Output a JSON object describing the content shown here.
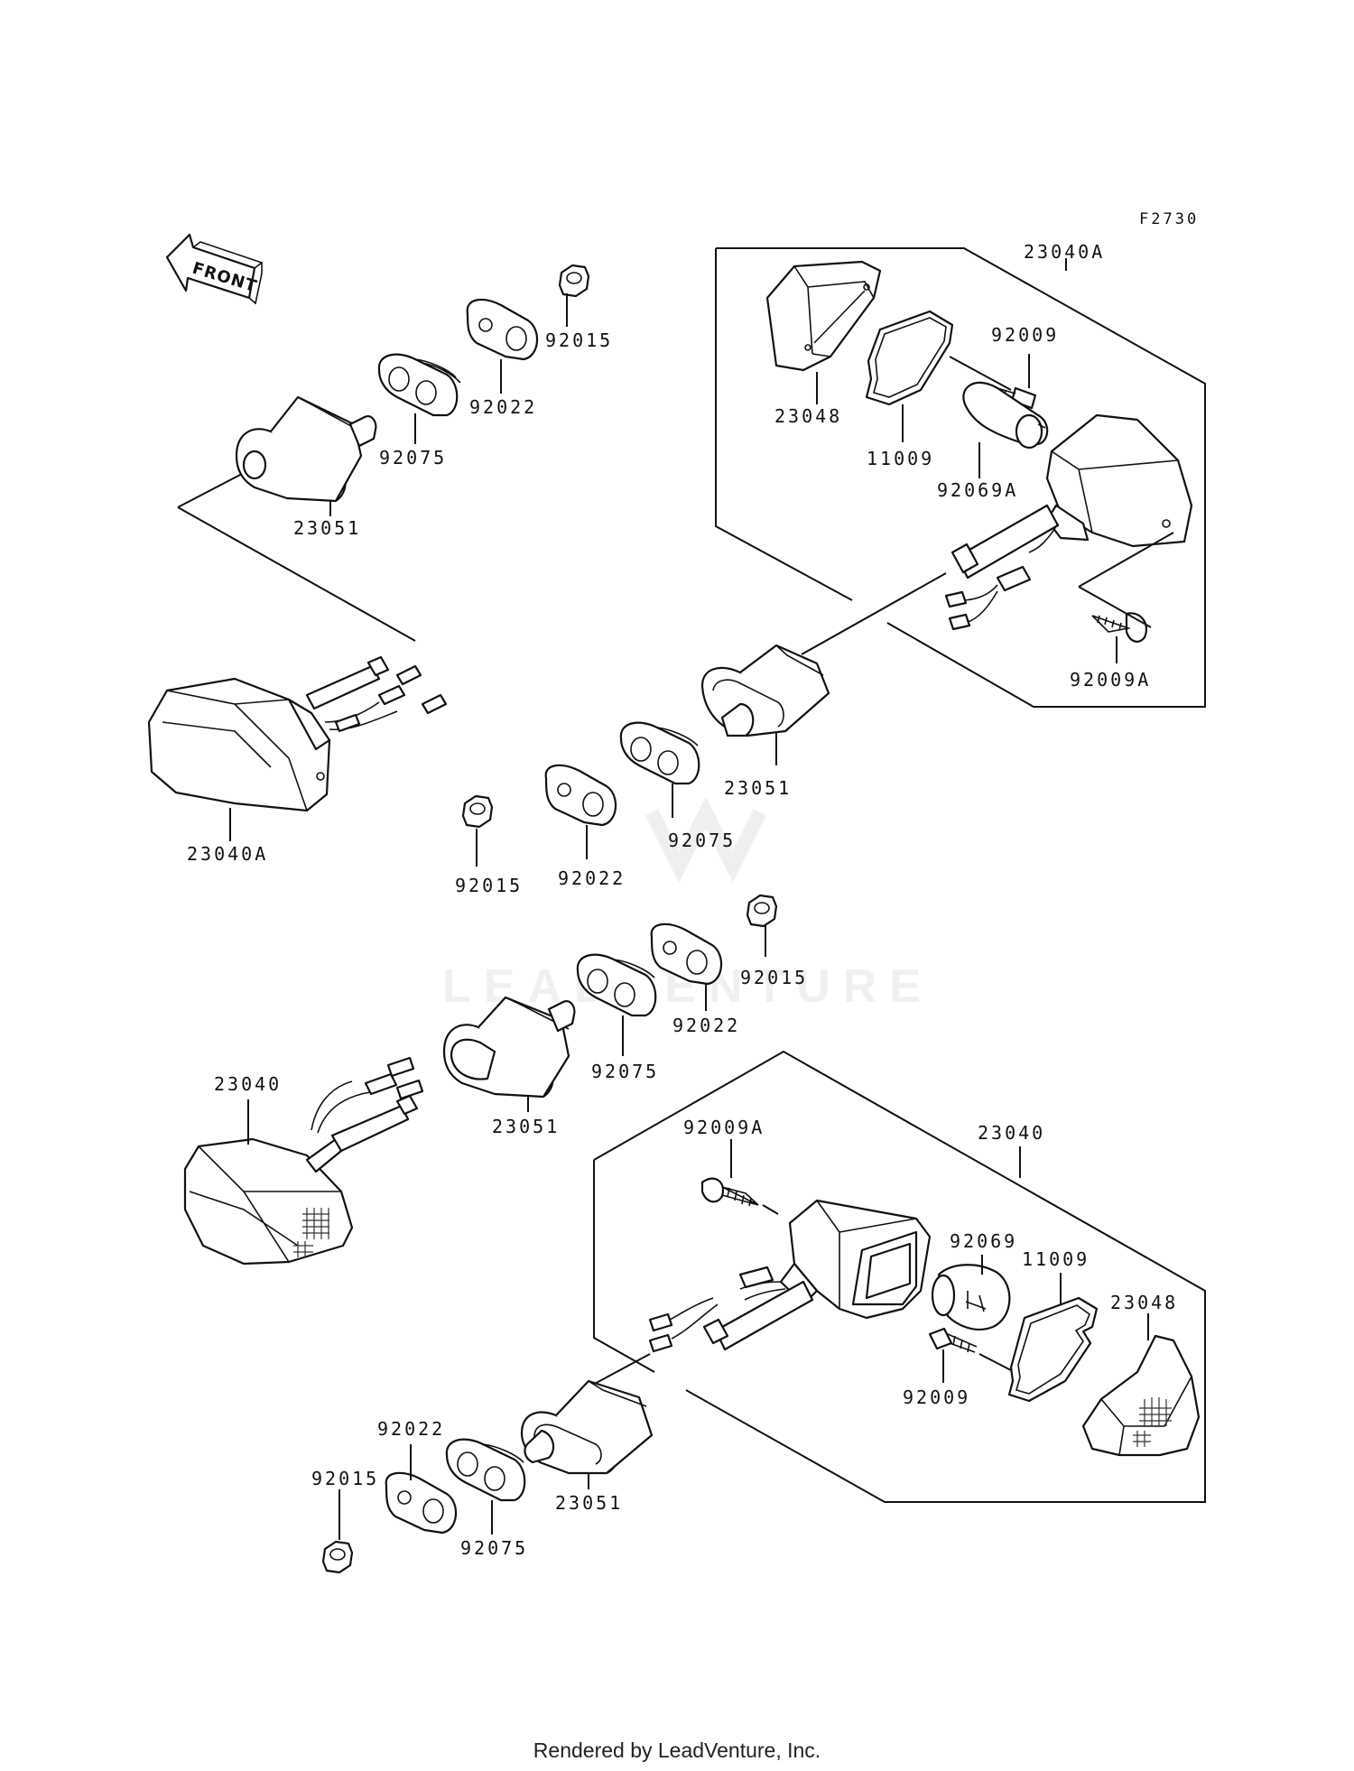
{
  "diagram_code": "F2730",
  "front_label": "FRONT",
  "watermark": "LEADVENTURE",
  "footer": "Rendered by LeadVenture, Inc.",
  "parts": {
    "turn_signal_assy_rear_right": "23040A",
    "turn_signal_assy_rear_left": "23040A",
    "turn_signal_assy_front_left": "23040",
    "turn_signal_assy_front_right": "23040",
    "lens": "23048",
    "gasket": "11009",
    "screw": "92009",
    "screw_tapping": "92009A",
    "bulb_a": "92069A",
    "bulb": "92069",
    "bracket": "23051",
    "damper": "92075",
    "plate": "92022",
    "nut": "92015"
  },
  "labels": [
    {
      "id": "lbl-23040a-top-right",
      "part": "turn_signal_assy_rear_right",
      "text": "23040A"
    },
    {
      "id": "lbl-23048-top",
      "part": "lens",
      "text": "23048"
    },
    {
      "id": "lbl-11009-top",
      "part": "gasket",
      "text": "11009"
    },
    {
      "id": "lbl-92009-top",
      "part": "screw",
      "text": "92009"
    },
    {
      "id": "lbl-92069a",
      "part": "bulb_a",
      "text": "92069A"
    },
    {
      "id": "lbl-92009a-top",
      "part": "screw_tapping",
      "text": "92009A"
    },
    {
      "id": "lbl-23051-tl",
      "part": "bracket",
      "text": "23051"
    },
    {
      "id": "lbl-92075-tl",
      "part": "damper",
      "text": "92075"
    },
    {
      "id": "lbl-92022-tl",
      "part": "plate",
      "text": "92022"
    },
    {
      "id": "lbl-92015-tl",
      "part": "nut",
      "text": "92015"
    },
    {
      "id": "lbl-23040a-left",
      "part": "turn_signal_assy_rear_left",
      "text": "23040A"
    },
    {
      "id": "lbl-23051-mr",
      "part": "bracket",
      "text": "23051"
    },
    {
      "id": "lbl-92075-mr",
      "part": "damper",
      "text": "92075"
    },
    {
      "id": "lbl-92022-mr",
      "part": "plate",
      "text": "92022"
    },
    {
      "id": "lbl-92015-mr",
      "part": "nut",
      "text": "92015"
    },
    {
      "id": "lbl-92015-mid",
      "part": "nut",
      "text": "92015"
    },
    {
      "id": "lbl-92022-mid",
      "part": "plate",
      "text": "92022"
    },
    {
      "id": "lbl-92075-mid",
      "part": "damper",
      "text": "92075"
    },
    {
      "id": "lbl-23051-mid",
      "part": "bracket",
      "text": "23051"
    },
    {
      "id": "lbl-23040-left",
      "part": "turn_signal_assy_front_left",
      "text": "23040"
    },
    {
      "id": "lbl-23040-right",
      "part": "turn_signal_assy_front_right",
      "text": "23040"
    },
    {
      "id": "lbl-92009a-bottom",
      "part": "screw_tapping",
      "text": "92009A"
    },
    {
      "id": "lbl-92069",
      "part": "bulb",
      "text": "92069"
    },
    {
      "id": "lbl-11009-bottom",
      "part": "gasket",
      "text": "11009"
    },
    {
      "id": "lbl-23048-bottom",
      "part": "lens",
      "text": "23048"
    },
    {
      "id": "lbl-92009-bottom",
      "part": "screw",
      "text": "92009"
    },
    {
      "id": "lbl-92022-bl",
      "part": "plate",
      "text": "92022"
    },
    {
      "id": "lbl-92015-bl",
      "part": "nut",
      "text": "92015"
    },
    {
      "id": "lbl-92075-bl",
      "part": "damper",
      "text": "92075"
    },
    {
      "id": "lbl-23051-bl",
      "part": "bracket",
      "text": "23051"
    }
  ]
}
